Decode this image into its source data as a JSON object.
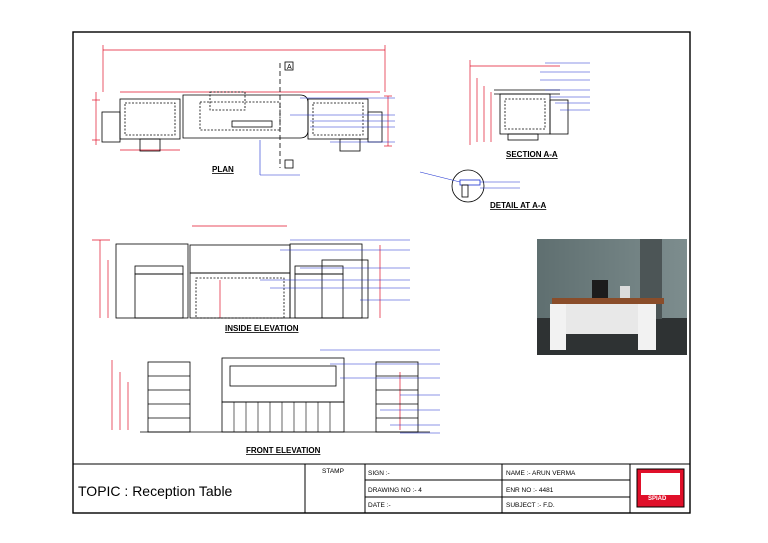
{
  "drawing": {
    "plan_title": "PLAN",
    "section_title": "SECTION A-A",
    "detail_title": "DETAIL AT A-A",
    "inside_elevation_title": "INSIDE ELEVATION",
    "front_elevation_title": "FRONT ELEVATION",
    "section_marker": "A"
  },
  "title_block": {
    "topic": "TOPIC : Reception Table",
    "stamp": "STAMP",
    "sign": "SIGN :-",
    "drawing_no": "DRAWING NO :- 4",
    "date": "DATE :-",
    "name": "NAME :- ARUN VERMA",
    "enr_no": "ENR NO   :- 4481",
    "subject": "SUBJECT :- F.D.",
    "logo_text": "SPIAD"
  },
  "colors": {
    "dimension": "#e0102a",
    "annotation": "#1a2fd0",
    "linework": "#000000"
  }
}
